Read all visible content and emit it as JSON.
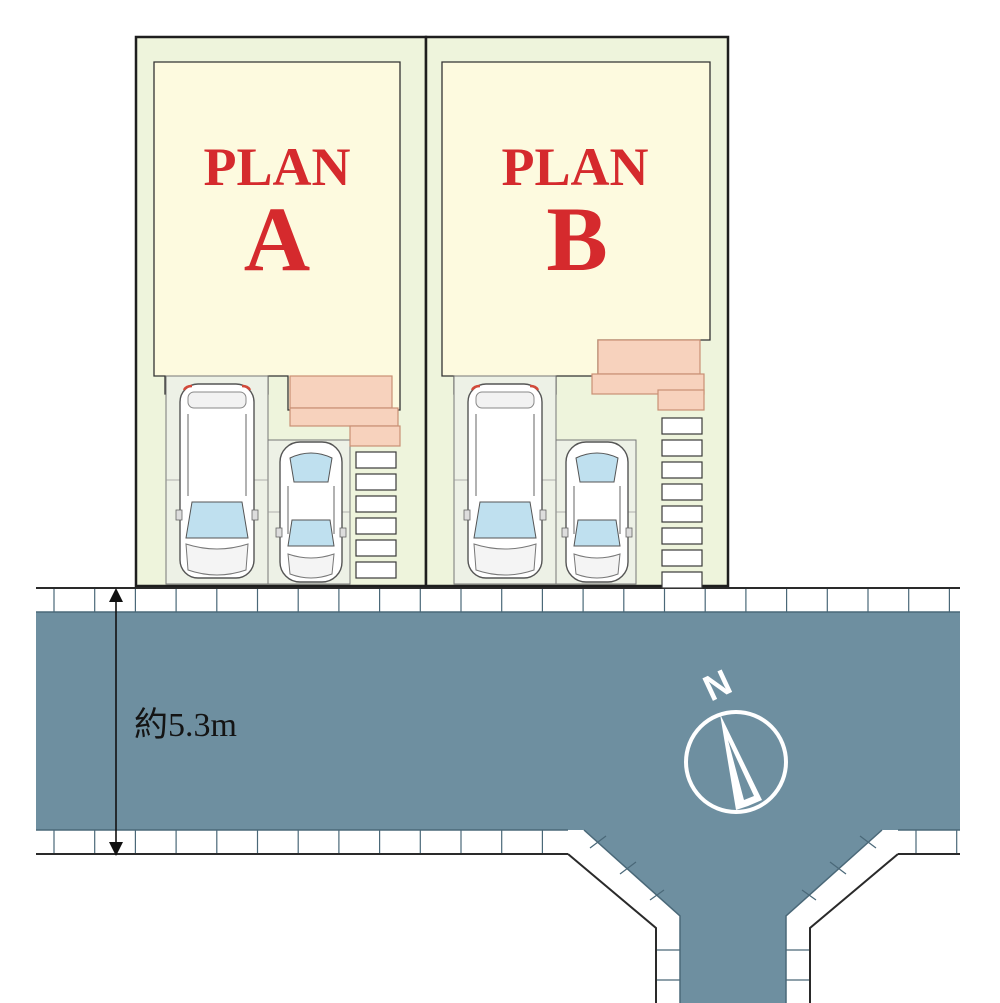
{
  "plans": [
    {
      "id": "A",
      "title": "PLAN",
      "letter": "A"
    },
    {
      "id": "B",
      "title": "PLAN",
      "letter": "B"
    }
  ],
  "road": {
    "width_label": "約5.3m"
  },
  "compass": {
    "label": "N"
  },
  "colors": {
    "lot_bg": "#eef4dc",
    "house_bg": "#fdfadf",
    "parking_bg": "#edf1e6",
    "lot_border": "#1e1e1e",
    "plan_text": "#d52a2d",
    "road": "#6e8fa0",
    "curb": "#ffffff",
    "steps": "#f7d2bd",
    "step_border": "#c99074"
  }
}
